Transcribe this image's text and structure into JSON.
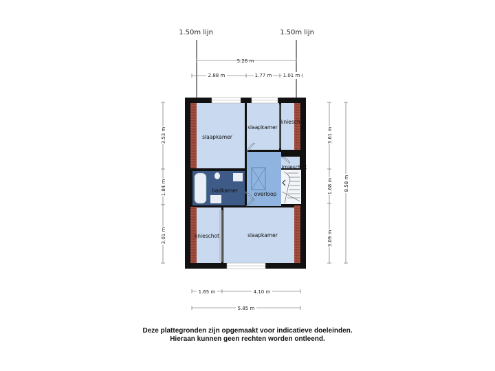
{
  "lijn_labels": {
    "left": "1.50m  lijn",
    "right": "1.50m  lijn"
  },
  "dimensions": {
    "top_total": "5.26 m",
    "top_left": "2.88 m",
    "top_mid": "1.77 m",
    "top_right": "1.01 m",
    "left_top": "3.53 m",
    "left_mid": "1.84 m",
    "left_bottom": "3.01 m",
    "right_top": "3.61 m",
    "right_mid": "1.68 m",
    "right_bottom": "3.09 m",
    "right_total": "8.58 m",
    "bottom_left": "1.65 m",
    "bottom_right": "4.10 m",
    "bottom_total": "5.85 m"
  },
  "rooms": {
    "slaapkamer_nw": "slaapkamer",
    "slaapkamer_n": "slaapkamer",
    "knieschot_ne": "knieschot",
    "knieschot_e": "knieschot",
    "badkamer": "badkamer",
    "overloop": "overloop",
    "knieschot_sw": "knieschot",
    "slaapkamer_s": "slaapkamer"
  },
  "disclaimer": {
    "line1": "Deze plattegronden zijn opgemaakt voor indicatieve doeleinden.",
    "line2": "Hieraan kunnen geen rechten worden ontleend."
  },
  "colors": {
    "room_fill": "#c9daf0",
    "bath_fill": "#3e5a86",
    "landing_fill": "#8fb4df",
    "wall": "#111111",
    "brick": "#9a4a3c"
  }
}
